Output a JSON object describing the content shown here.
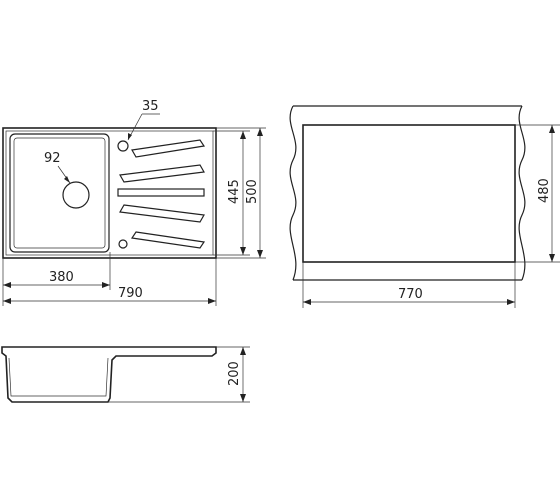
{
  "colors": {
    "line": "#222222",
    "background": "#ffffff"
  },
  "top_view": {
    "overall_width": "790",
    "bowl_width": "380",
    "bowl_drain": "92",
    "tap_hole": "35",
    "inner_depth": "445",
    "overall_depth": "500"
  },
  "cutout_view": {
    "width": "770",
    "depth": "480"
  },
  "side_view": {
    "height": "200"
  }
}
